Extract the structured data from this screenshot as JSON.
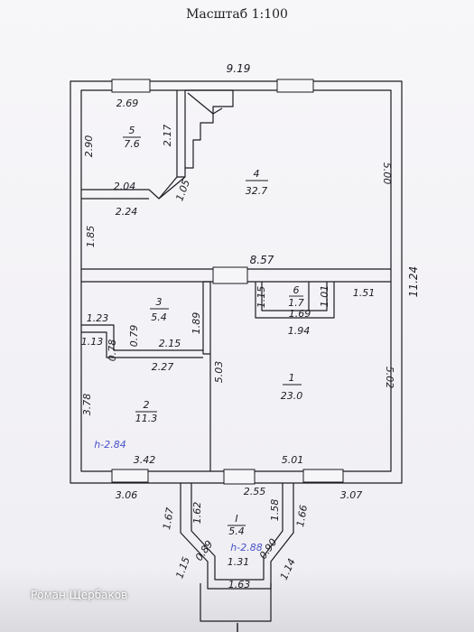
{
  "title": "Масштаб 1:100",
  "watermark": "Роман Щербаков",
  "rooms": [
    {
      "num": "1",
      "area": "23.0"
    },
    {
      "num": "2",
      "area": "11.3"
    },
    {
      "num": "3",
      "area": "5.4"
    },
    {
      "num": "4",
      "area": "32.7"
    },
    {
      "num": "5",
      "area": "7.6"
    },
    {
      "num": "6",
      "area": "1.7"
    },
    {
      "num": "I",
      "area": "5.4"
    }
  ],
  "heights": {
    "main": "h-2.84",
    "porch": "h-2.88"
  },
  "dims": {
    "top_width": "9.19",
    "right_height": "11.24",
    "middle_width": "8.57",
    "r5_top": "2.69",
    "r5_left": "2.90",
    "r5_right": "2.17",
    "r5_bottom": "2.04",
    "r5_diag": "1.05",
    "r4_left_low": "2.24",
    "r4_left_side": "1.85",
    "r4_right": "5.00",
    "r3_top_left": "1.23",
    "r3_left": "1.13",
    "r3_step_v": "0.79",
    "r3_small": "0.78",
    "r3_step_h": "2.15",
    "r3_right": "1.89",
    "r2_top": "2.27",
    "r2_left": "3.78",
    "r2_bottom": "3.42",
    "corr_v": "5.03",
    "r6_left": "1.15",
    "r6_right": "1.01",
    "r6_bottom_in": "1.69",
    "r6_bottom": "1.94",
    "r6_side": "1.51",
    "r1_right": "5.02",
    "r1_bottom": "5.01",
    "bot_left": "3.06",
    "bot_mid": "2.55",
    "bot_right": "3.07",
    "p_left_out": "1.67",
    "p_left_in": "1.62",
    "p_right_in": "1.58",
    "p_right_out": "1.66",
    "p_diag_l": "0.89",
    "p_diag_r": "0.90",
    "p_mid": "1.31",
    "p_low_l": "1.15",
    "p_low_r": "1.14",
    "p_bottom": "1.63"
  }
}
